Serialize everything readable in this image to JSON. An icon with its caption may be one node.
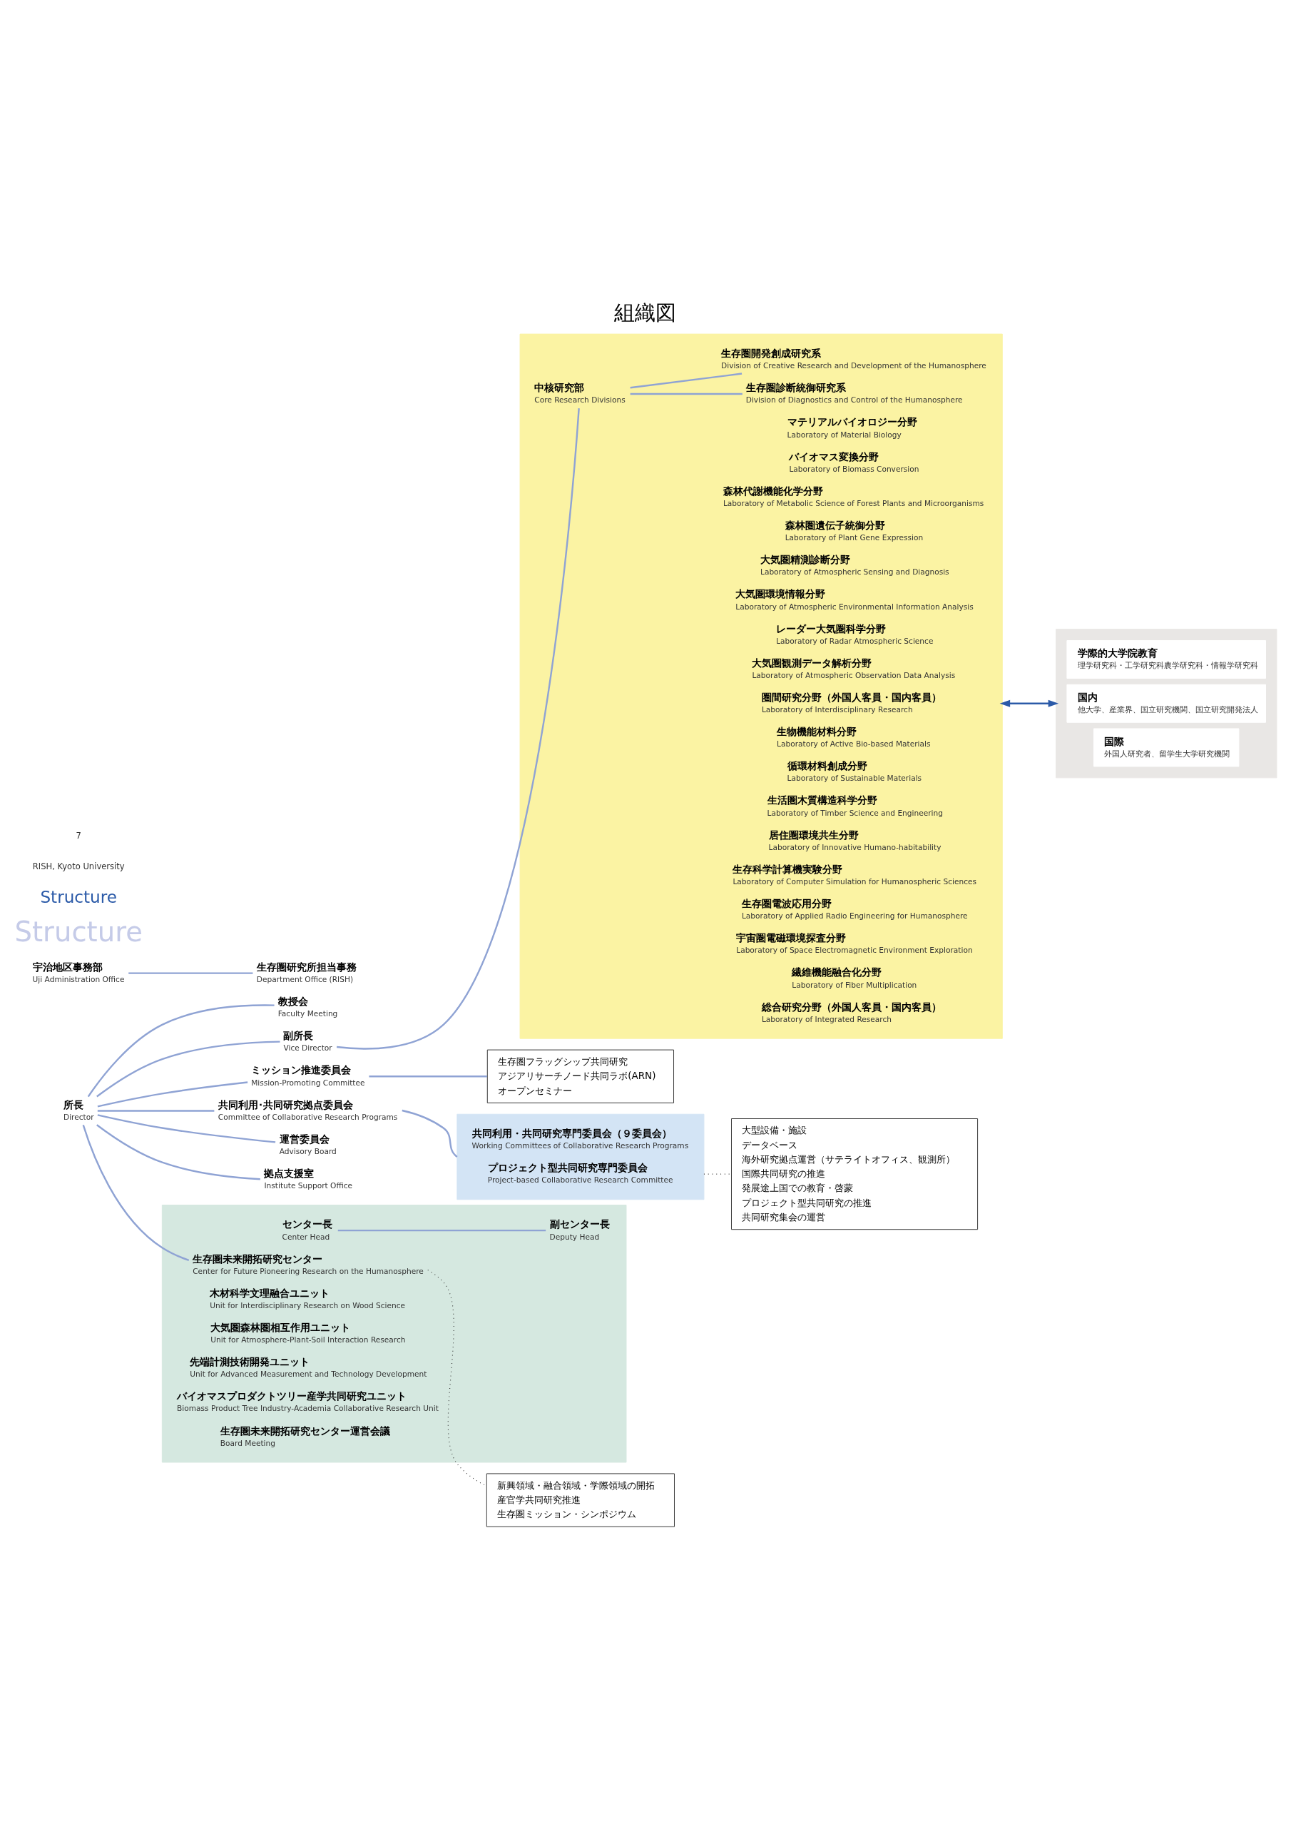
{
  "diagram": {
    "title": "組織図",
    "nodes": [
      {
        "text": [
          "所長",
          "Director"
        ]
      },
      {
        "text": [
          "教授会",
          "Faculty Meeting"
        ]
      },
      {
        "text": [
          "副所長",
          "Vice Director"
        ]
      },
      {
        "text": [],
        "shape": "box"
      },
      {
        "text": [
          "中核研究部",
          "Core Research Divisions"
        ],
        "in": 3
      },
      {
        "text": [
          "生存圏診断統御研究系",
          "Division of Diagnostics and Control of the Humanosphere"
        ],
        "in": 3
      },
      {
        "text": [
          "マテリアルバイオロジー分野",
          "Laboratory of Material Biology"
        ],
        "in": 3
      },
      {
        "text": [
          "バイオマス変換分野",
          "Laboratory of Biomass Conversion"
        ],
        "in": 3
      },
      {
        "text": [
          "森林代謝機能化学分野",
          "Laboratory of Metabolic Science of Forest Plants and Microorganisms"
        ],
        "in": 3
      },
      {
        "text": [
          "森林圏遺伝子統御分野",
          "Laboratory of Plant Gene Expression"
        ],
        "in": 3
      },
      {
        "text": [
          "大気圏精測診断分野",
          "Laboratory of Atmospheric Sensing and Diagnosis"
        ],
        "in": 3
      },
      {
        "text": [
          "大気圏環境情報分野",
          "Laboratory of Atmospheric Environmental Information Analysis"
        ],
        "in": 3
      },
      {
        "text": [
          "レーダー大気圏科学分野",
          "Laboratory of Radar Atmospheric Science"
        ],
        "in": 3
      },
      {
        "text": [
          "大気圏観測データ解析分野",
          "Laboratory of Atmospheric Observation Data Analysis"
        ],
        "in": 3
      },
      {
        "text": [
          "圏間研究分野（外国人客員・国内客員）",
          "Laboratory of Interdisciplinary Research"
        ],
        "in": 3
      },
      {
        "text": [
          "生存圏開発創成研究系",
          "Division of Creative Research and Development of the Humanosphere"
        ],
        "in": 3
      },
      {
        "text": [
          "生物機能材料分野",
          "Laboratory of Active Bio-based Materials"
        ],
        "in": 3
      },
      {
        "text": [
          "循環材料創成分野",
          "Laboratory of Sustainable Materials"
        ],
        "in": 3
      },
      {
        "text": [
          "生活圏木質構造科学分野",
          "Laboratory of Timber Science and Engineering"
        ],
        "in": 3
      },
      {
        "text": [
          "居住圏環境共生分野",
          "Laboratory of Innovative Humano-habitability"
        ],
        "in": 3
      },
      {
        "text": [
          "生存科学計算機実験分野",
          "Laboratory of Computer Simulation for Humanospheric Sciences"
        ],
        "in": 3
      },
      {
        "text": [
          "生存圏電波応用分野",
          "Laboratory of Applied Radio Engineering for Humanosphere"
        ],
        "in": 3
      },
      {
        "text": [
          "宇宙圏電磁環境探査分野",
          "Laboratory of Space Electromagnetic Environment Exploration"
        ],
        "in": 3
      },
      {
        "text": [
          "繊維機能融合化分野",
          "Laboratory of Fiber Multiplication"
        ],
        "in": 3
      },
      {
        "text": [
          "総合研究分野（外国人客員・国内客員）",
          "Laboratory of Integrated Research"
        ],
        "in": 3
      },
      {
        "text": [],
        "shape": "box"
      },
      {
        "text": [
          "学際的大学院教育",
          "理学研究科・工学研究科農学研究科・情報学研究科"
        ],
        "in": 25
      },
      {
        "text": [
          "国内",
          "他大学、産業界、国立研究機関、国立研究開発法人"
        ],
        "in": 25
      },
      {
        "text": [
          "国際",
          "外国人研究者、留学生大学研究機関"
        ],
        "in": 25
      },
      {
        "text": [],
        "shape": "box"
      },
      {
        "text": [
          "生存圏未来開拓研究センター",
          "Center for Future Pioneering Research on the Humanosphere"
        ],
        "in": 29
      },
      {
        "text": [
          "センター長",
          "Center Head"
        ],
        "in": 29
      },
      {
        "text": [
          "副センター長",
          "Deputy Head"
        ],
        "in": 29
      },
      {
        "text": [
          "木材科学文理融合ユニット",
          "Unit for Interdisciplinary Research on Wood Science"
        ],
        "in": 29
      },
      {
        "text": [
          "大気圏森林圏相互作用ユニット",
          "Unit for Atmosphere-Plant-Soil Interaction Research"
        ],
        "in": 29
      },
      {
        "text": [
          "先端計測技術開発ユニット",
          "Unit for Advanced Measurement and Technology Development"
        ],
        "in": 29
      },
      {
        "text": [
          "バイオマスプロダクトツリー産学共同研究ユニット",
          "Biomass Product Tree Industry-Academia Collaborative Research Unit"
        ],
        "in": 29
      },
      {
        "text": [
          "生存圏未来開拓研究センター運営会議",
          "Board Meeting"
        ],
        "in": 29
      },
      {
        "text": [
          "新興領域・融合領域・学際領域の開拓",
          "産官学共同研究推進",
          "生存圏ミッション・シンポジウム"
        ]
      },
      {
        "text": [
          "ミッション推進委員会",
          "Mission-Promoting Committee"
        ]
      },
      {
        "text": [
          "生存圏フラッグシップ共同研究",
          "アジアリサーチノード共同ラボ(ARN)",
          "オープンセミナー"
        ]
      },
      {
        "text": [
          "共同利用･共同研究拠点委員会",
          "Committee of Collaborative Research Programs"
        ]
      },
      {
        "text": [],
        "shape": "box"
      },
      {
        "text": [
          "共同利用・共同研究専門委員会（９委員会）",
          "Working Committees of Collaborative Research Programs"
        ],
        "in": 42
      },
      {
        "text": [
          "プロジェクト型共同研究専門委員会",
          "Project-based Collaborative Research Committee"
        ],
        "in": 42
      },
      {
        "text": [
          "大型設備・施設",
          "データベース",
          "海外研究拠点運営（サテライトオフィス、観測所）",
          "国際共同研究の推進",
          "発展途上国での教育・啓蒙",
          "プロジェクト型共同研究の推進",
          "共同研究集会の運営"
        ]
      },
      {
        "text": [
          "運営委員会",
          "Advisory Board"
        ]
      },
      {
        "text": [
          "拠点支援室",
          "Institute Support Office"
        ]
      },
      {
        "text": [
          "宇治地区事務部",
          "Uji Administration Office"
        ]
      },
      {
        "text": [
          "生存圏研究所担当事務",
          "Department Office (RISH)"
        ]
      }
    ],
    "edges": [
      {
        "from": 0,
        "to": 1,
        "arrow": "none"
      },
      {
        "from": 0,
        "to": 2,
        "arrow": "none"
      },
      {
        "from": 2,
        "to": 4,
        "arrow": "none"
      },
      {
        "from": 4,
        "to": 5,
        "arrow": "none"
      },
      {
        "from": 4,
        "to": 15,
        "arrow": "none"
      },
      {
        "from": 3,
        "to": 25,
        "arrow": "both",
        "color": "#2b5aa8"
      },
      {
        "from": 0,
        "to": 30,
        "arrow": "none"
      },
      {
        "from": 30,
        "to": 38,
        "arrow": "none",
        "style": "dashed",
        "color": "#333333"
      },
      {
        "from": 31,
        "to": 32,
        "arrow": "none"
      },
      {
        "from": 0,
        "to": 39,
        "arrow": "none"
      },
      {
        "from": 39,
        "to": 40,
        "arrow": "none"
      },
      {
        "from": 0,
        "to": 41,
        "arrow": "none"
      },
      {
        "from": 41,
        "to": 42,
        "arrow": "none"
      },
      {
        "from": 42,
        "to": 45,
        "arrow": "none",
        "style": "dashed",
        "color": "#333333"
      },
      {
        "from": 0,
        "to": 46,
        "arrow": "none"
      },
      {
        "from": 0,
        "to": 47,
        "arrow": "none"
      },
      {
        "from": 48,
        "to": 49,
        "arrow": "none"
      }
    ],
    "labels": [
      "Structure",
      "Structure",
      "RISH, Kyoto University",
      "7"
    ]
  }
}
